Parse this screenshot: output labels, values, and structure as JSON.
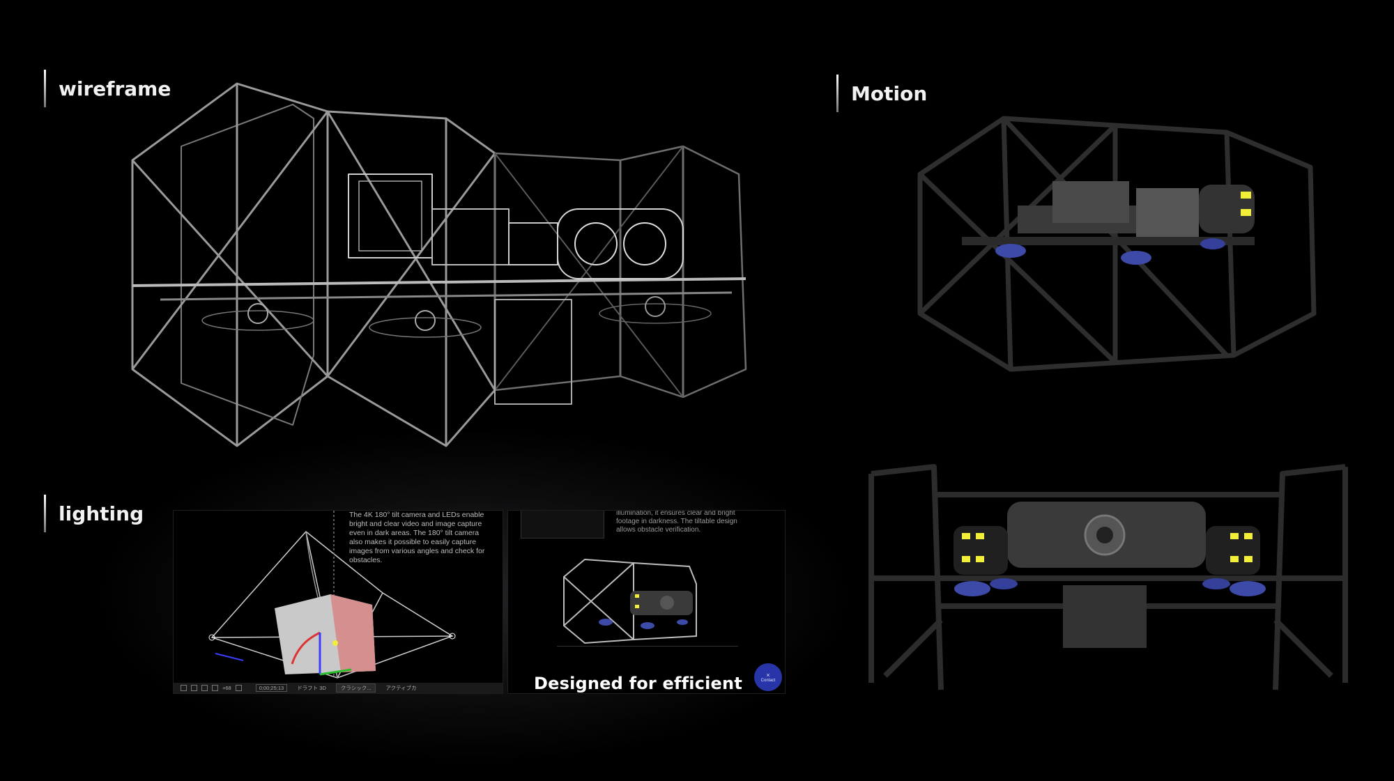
{
  "sections": {
    "wireframe": "wireframe",
    "motion": "Motion",
    "lighting": "lighting"
  },
  "lighting_panel_left": {
    "body_text": "The 4K 180° tilt camera and LEDs enable bright and clear video and image capture even in dark areas. The 180° tilt camera also makes it possible to easily capture images from various angles and check for obstacles.",
    "toolbar": {
      "zoom": "+68",
      "timecode": "0;00;25;13",
      "draft": "ドラフト 3D",
      "renderer": "クラシック...",
      "active": "アクティブカ"
    }
  },
  "lighting_panel_right": {
    "body_text": "illumination, it ensures clear and bright footage in darkness. The tiltable design allows obstacle verification.",
    "headline": "Designed for efficient",
    "contact_label": "Contact"
  },
  "colors": {
    "background": "#000000",
    "frame": "#2c2c2c",
    "propeller": "#3d4aa8",
    "led": "#f2ef39",
    "contact_button": "#2835a8"
  }
}
